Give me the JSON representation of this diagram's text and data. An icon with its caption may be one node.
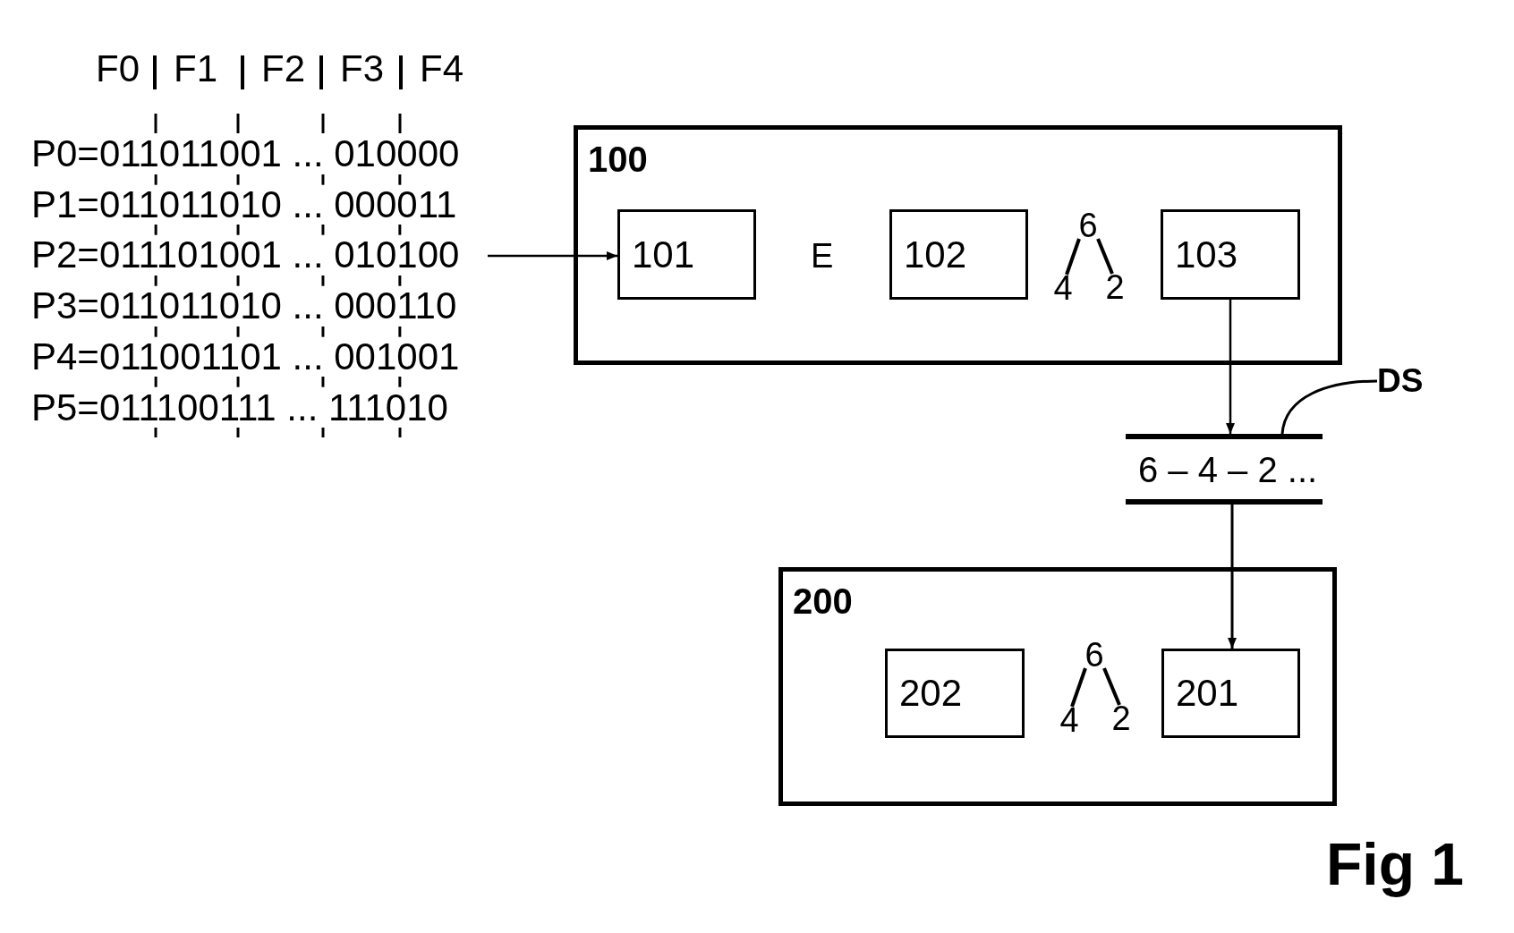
{
  "diagram": {
    "caption": "Fig 1",
    "nodes": [
      {
        "text": [
          "100"
        ]
      },
      {
        "text": [
          "101"
        ],
        "in": 0
      },
      {
        "text": [
          "102"
        ],
        "in": 0
      },
      {
        "text": [
          "6"
        ],
        "in": 0
      },
      {
        "text": [
          "4"
        ],
        "in": 0
      },
      {
        "text": [
          "2"
        ],
        "in": 0
      },
      {
        "text": [
          "103"
        ],
        "in": 0
      },
      {
        "text": [
          "DS"
        ]
      },
      {
        "text": [
          "6 – 4 – 2 ..."
        ]
      },
      {
        "text": [
          "200"
        ]
      },
      {
        "text": [
          "202"
        ],
        "in": 9
      },
      {
        "text": [
          "6"
        ],
        "in": 9
      },
      {
        "text": [
          "4"
        ],
        "in": 9
      },
      {
        "text": [
          "2"
        ],
        "in": 9
      },
      {
        "text": [
          "201"
        ],
        "in": 9
      }
    ],
    "edges": [
      {
        "from": null,
        "to": 1,
        "arrow": "to"
      },
      {
        "from": 3,
        "to": 4,
        "arrow": "none"
      },
      {
        "from": 3,
        "to": 5,
        "arrow": "none"
      },
      {
        "from": 6,
        "to": 8,
        "arrow": "to"
      },
      {
        "from": 7,
        "to": 8,
        "arrow": "none"
      },
      {
        "from": 8,
        "to": 14,
        "arrow": "to"
      },
      {
        "from": 11,
        "to": 12,
        "arrow": "none"
      },
      {
        "from": 11,
        "to": 13,
        "arrow": "none"
      }
    ],
    "labels": [
      "F0",
      "F1",
      "F2",
      "F3",
      "F4",
      "P0=011011001 ... 010000",
      "P1=011011010 ... 000011",
      "P2=011101001 ... 010100",
      "P3=011011010 ... 000110",
      "P4=011001101 ... 001001",
      "P5=011100111 ... 111010",
      "E"
    ]
  }
}
